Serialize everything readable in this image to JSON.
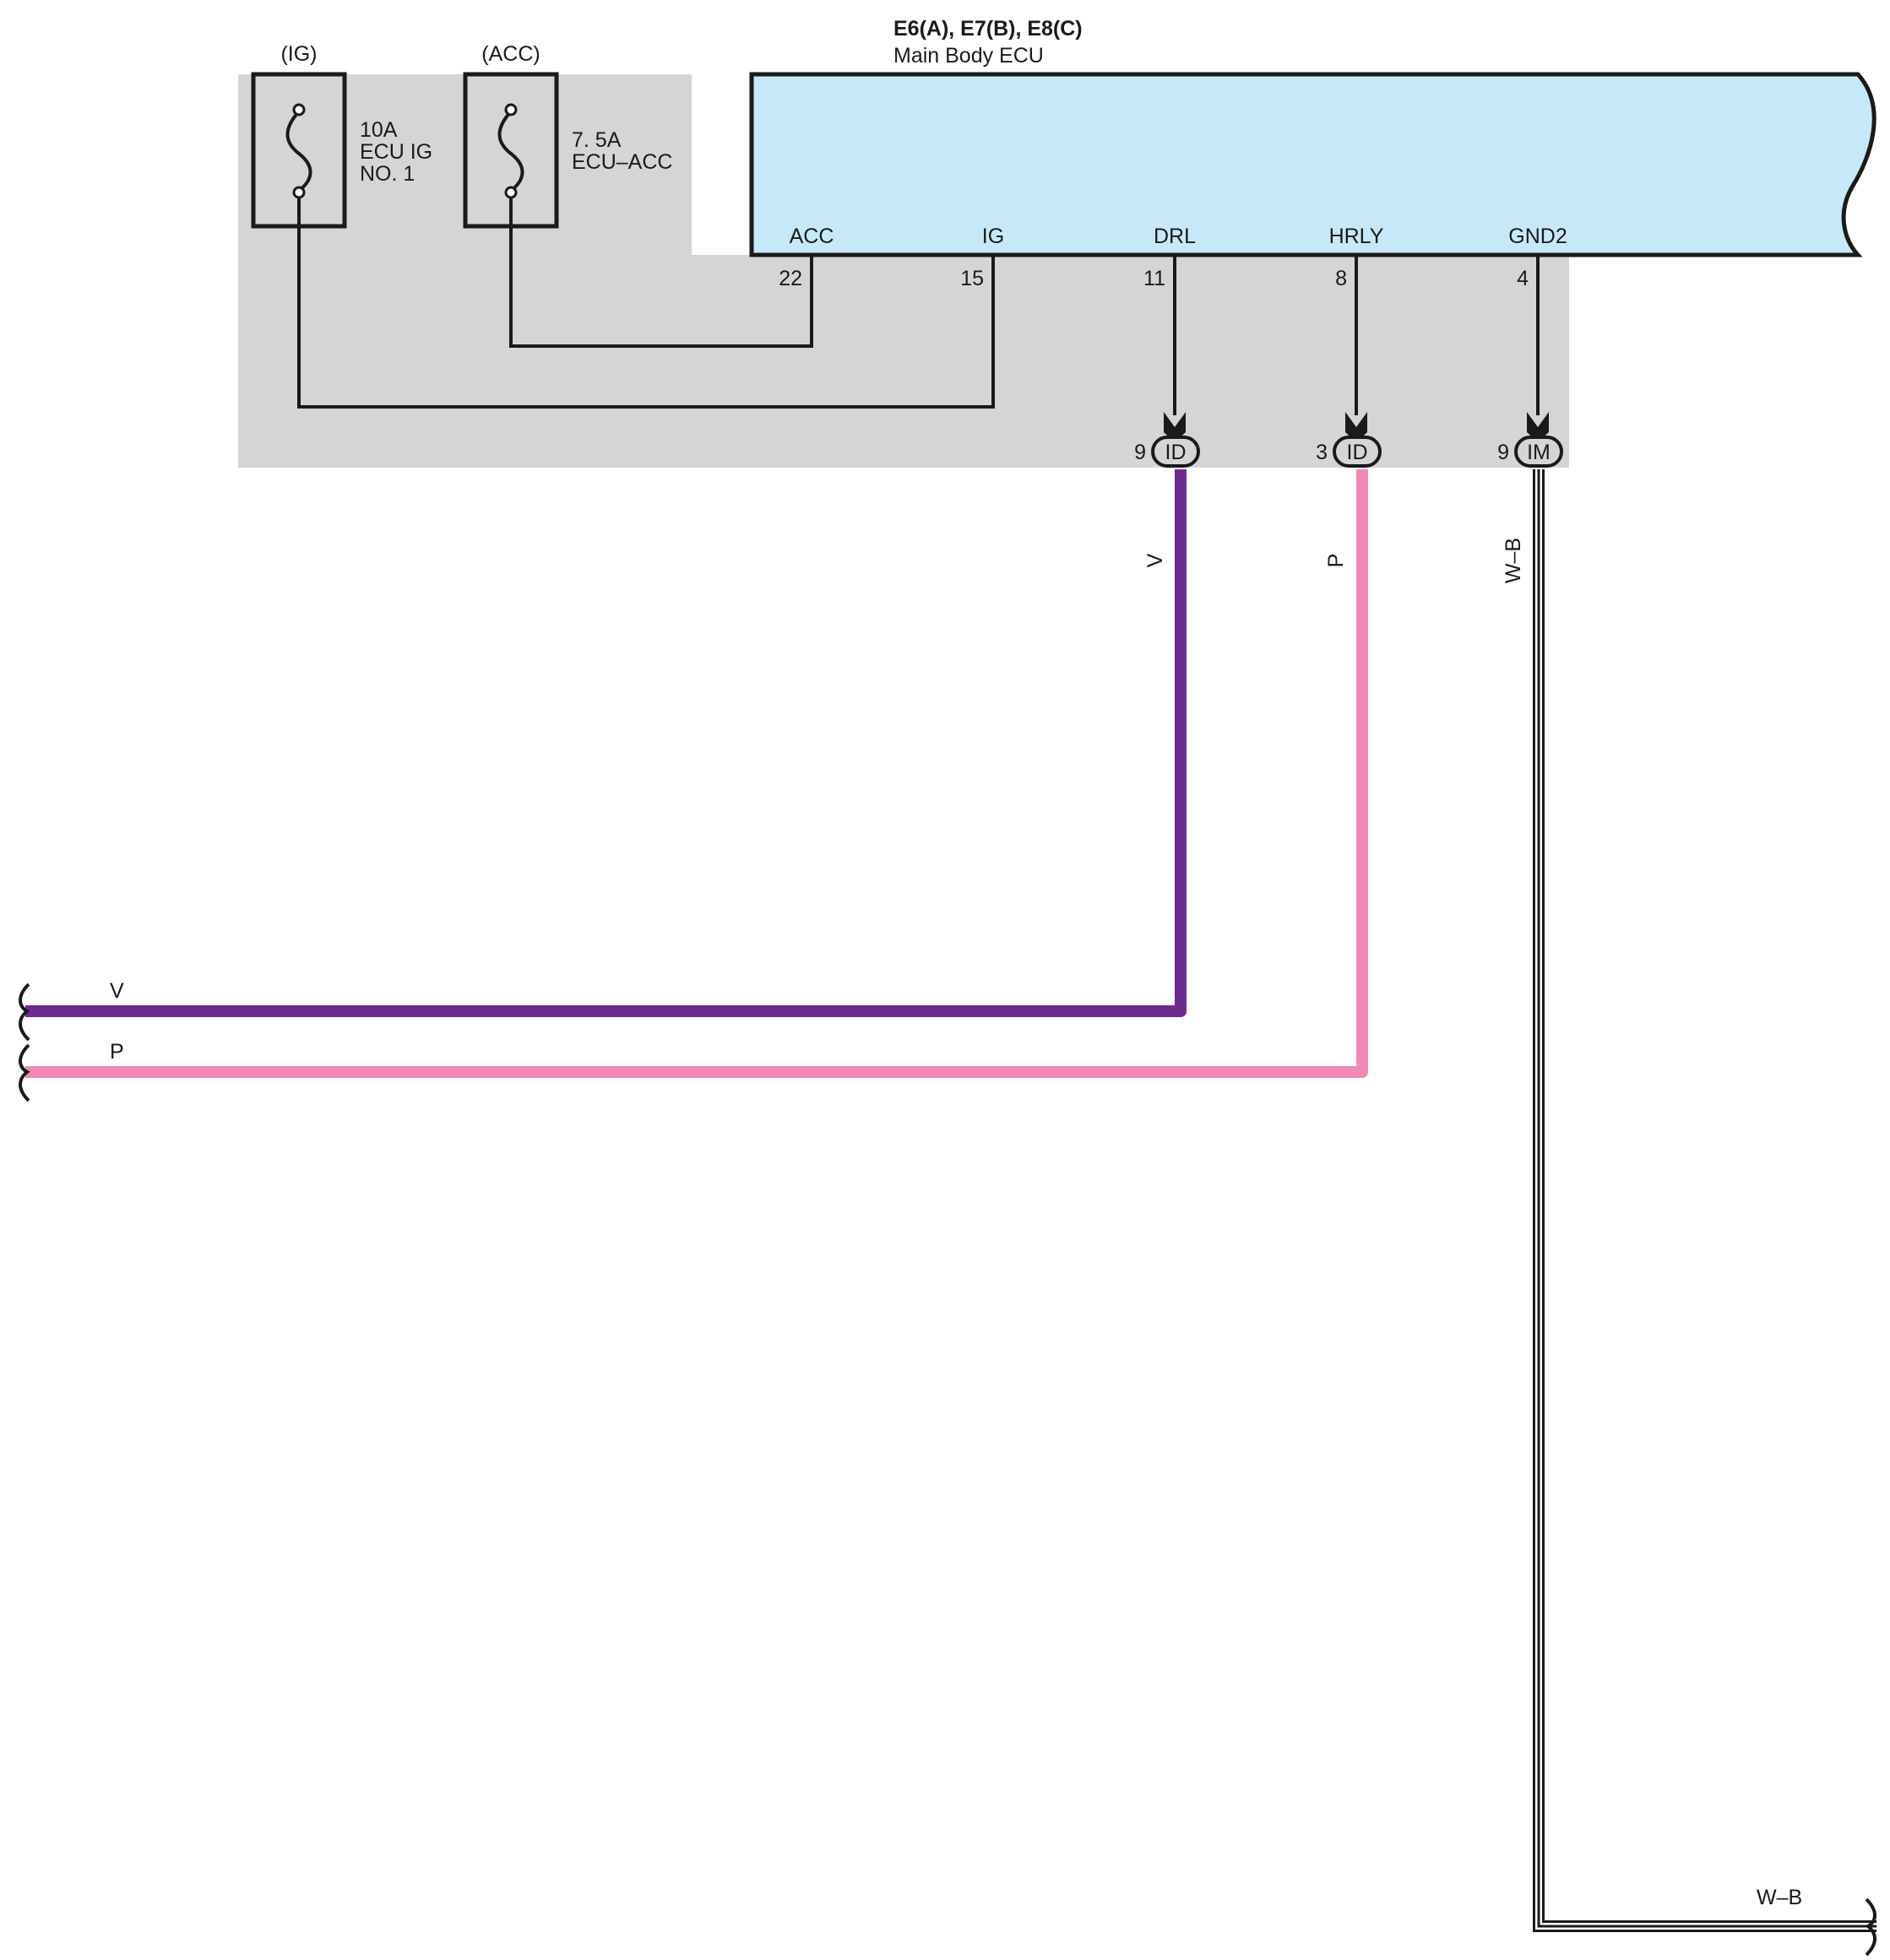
{
  "ecu": {
    "connectors": "E6(A), E7(B), E8(C)",
    "name": "Main Body ECU",
    "fill": "#c7e8f8",
    "terminals": [
      {
        "name": "ACC",
        "pin": "22"
      },
      {
        "name": "IG",
        "pin": "15"
      },
      {
        "name": "DRL",
        "pin": "11"
      },
      {
        "name": "HRLY",
        "pin": "8"
      },
      {
        "name": "GND2",
        "pin": "4"
      }
    ]
  },
  "fuses": [
    {
      "source": "(IG)",
      "rating": "10A",
      "name_line1": "ECU IG",
      "name_line2": "NO. 1"
    },
    {
      "source": "(ACC)",
      "rating": "7. 5A",
      "name_line1": "ECU–ACC"
    }
  ],
  "junction_connectors": [
    {
      "pin": "9",
      "code": "ID"
    },
    {
      "pin": "3",
      "code": "ID"
    },
    {
      "pin": "9",
      "code": "IM"
    }
  ],
  "wires": [
    {
      "color_code": "V",
      "hex": "#6c2c8f"
    },
    {
      "color_code": "P",
      "hex": "#ef8ab8"
    },
    {
      "color_code": "W–B",
      "hex": "#ffffff"
    }
  ],
  "junction_block_fill": "#d4d5d7"
}
